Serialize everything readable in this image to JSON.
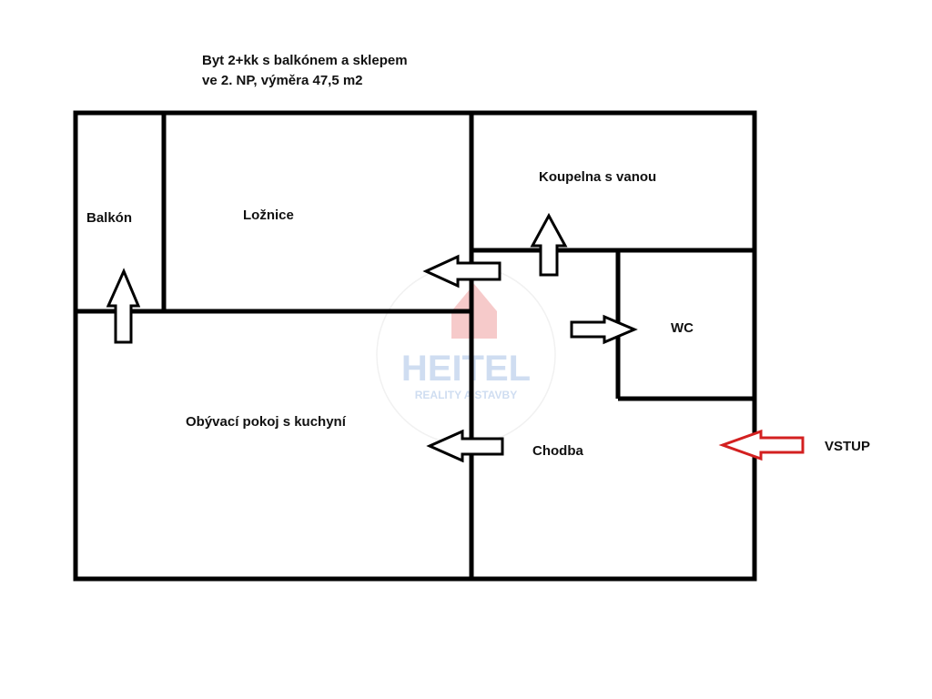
{
  "title": {
    "line1": "Byt 2+kk s balkónem a sklepem",
    "line2": "ve 2. NP, výměra 47,5 m2"
  },
  "rooms": {
    "balkon": "Balkón",
    "loznice": "Ložnice",
    "koupelna": "Koupelna s vanou",
    "wc": "WC",
    "obyvaci": "Obývací pokoj s kuchyní",
    "chodba": "Chodba"
  },
  "entrance_label": "VSTUP",
  "watermark": {
    "brand": "HEITEL",
    "tagline": "REALITY A STAVBY"
  },
  "colors": {
    "wall": "#000000",
    "arrow": "#000000",
    "entrance_arrow": "#d32020",
    "watermark_blue": "#a9c3e6",
    "watermark_red": "#f0a0a0"
  }
}
